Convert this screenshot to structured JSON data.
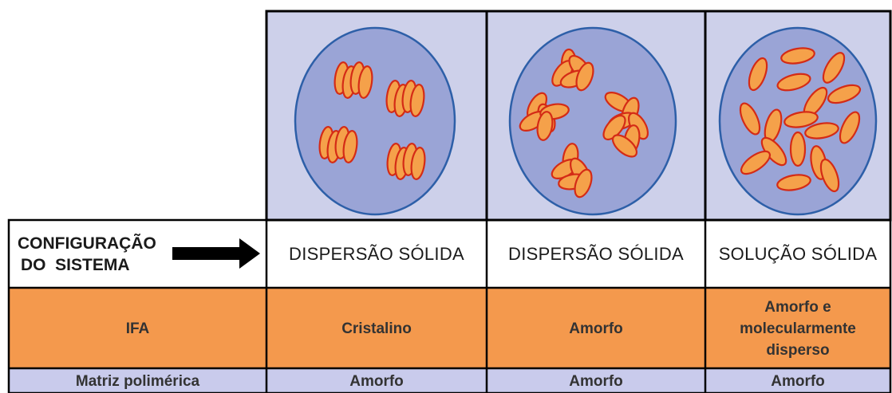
{
  "colors": {
    "panel_bg": "#cdd0ea",
    "circle_fill": "#9aa4d6",
    "circle_stroke": "#2d5fa8",
    "particle_fill": "#f5a14a",
    "particle_stroke": "#d42b16",
    "orange_row": "#f4994d",
    "lavender_row": "#c9cbec",
    "grid": "#000000"
  },
  "header": {
    "config_line1": "CONFIGURAÇÃO",
    "config_line2": "DO  SISTEMA",
    "arrow_icon": "right-arrow-icon",
    "col1": "DISPERSÃO SÓLIDA",
    "col2": "DISPERSÃO SÓLIDA",
    "col3": "SOLUÇÃO SÓLIDA"
  },
  "rows": [
    {
      "label": "IFA",
      "values": [
        "Cristalino",
        "Amorfo",
        "Amorfo e molecularmente disperso"
      ]
    },
    {
      "label": "Matriz polimérica",
      "values": [
        "Amorfo",
        "Amorfo",
        "Amorfo"
      ]
    }
  ]
}
